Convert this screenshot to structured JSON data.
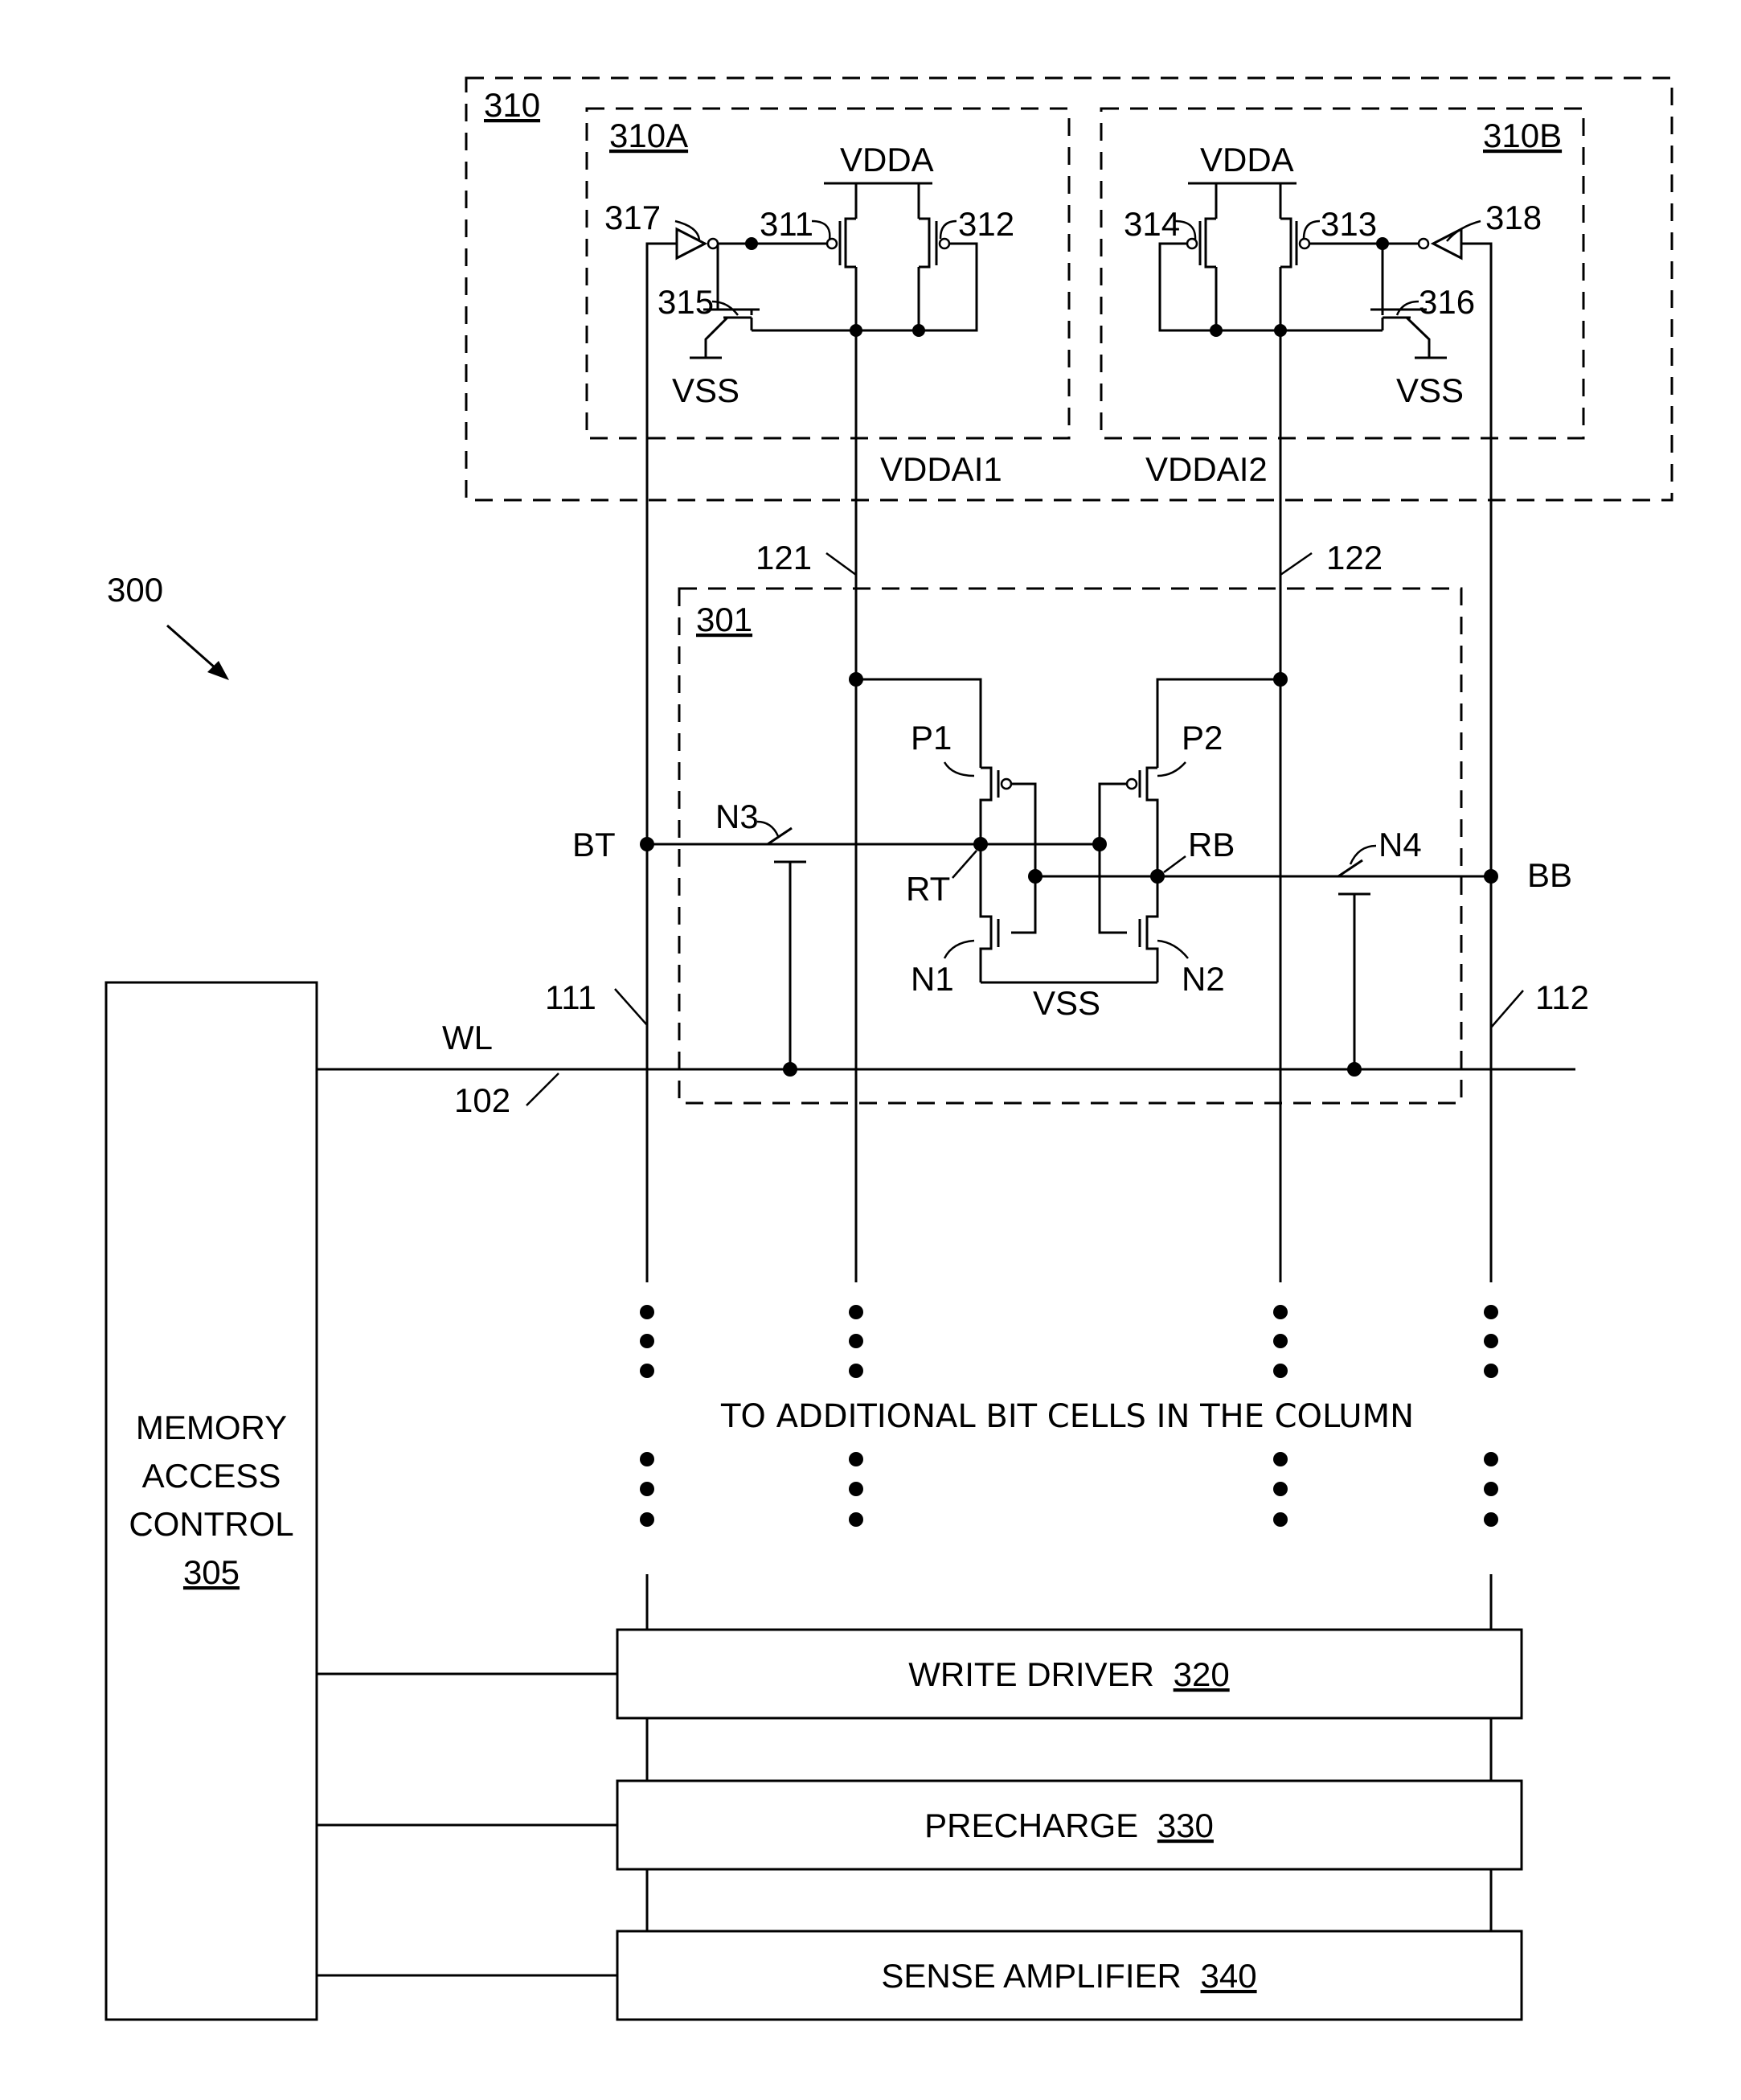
{
  "figure_number": "300",
  "groups": {
    "outer_block": "310",
    "block_a": "310A",
    "block_b": "310B",
    "bit_cell": "301"
  },
  "supply_labels": {
    "vdda_a": "VDDA",
    "vdda_b": "VDDA",
    "vss_a": "VSS",
    "vss_b": "VSS",
    "vss_cell": "VSS",
    "vddai1": "VDDAI1",
    "vddai2": "VDDAI2"
  },
  "device_labels": {
    "t311": "311",
    "t312": "312",
    "t313": "313",
    "t314": "314",
    "t315": "315",
    "t316": "316",
    "inv317": "317",
    "inv318": "318",
    "p1": "P1",
    "p2": "P2",
    "n1": "N1",
    "n2": "N2",
    "n3": "N3",
    "n4": "N4"
  },
  "node_labels": {
    "bt": "BT",
    "bb": "BB",
    "rt": "RT",
    "rb": "RB",
    "wl": "WL"
  },
  "line_labels": {
    "l121": "121",
    "l122": "122",
    "l111": "111",
    "l112": "112",
    "l102": "102"
  },
  "column_note": "TO ADDITIONAL BIT CELLS IN THE COLUMN",
  "blocks": {
    "memory_access_control": {
      "line1": "MEMORY",
      "line2": "ACCESS",
      "line3": "CONTROL",
      "ref": "305"
    },
    "write_driver": {
      "label": "WRITE DRIVER",
      "ref": "320"
    },
    "precharge": {
      "label": "PRECHARGE",
      "ref": "330"
    },
    "sense_amplifier": {
      "label": "SENSE AMPLIFIER",
      "ref": "340"
    }
  }
}
